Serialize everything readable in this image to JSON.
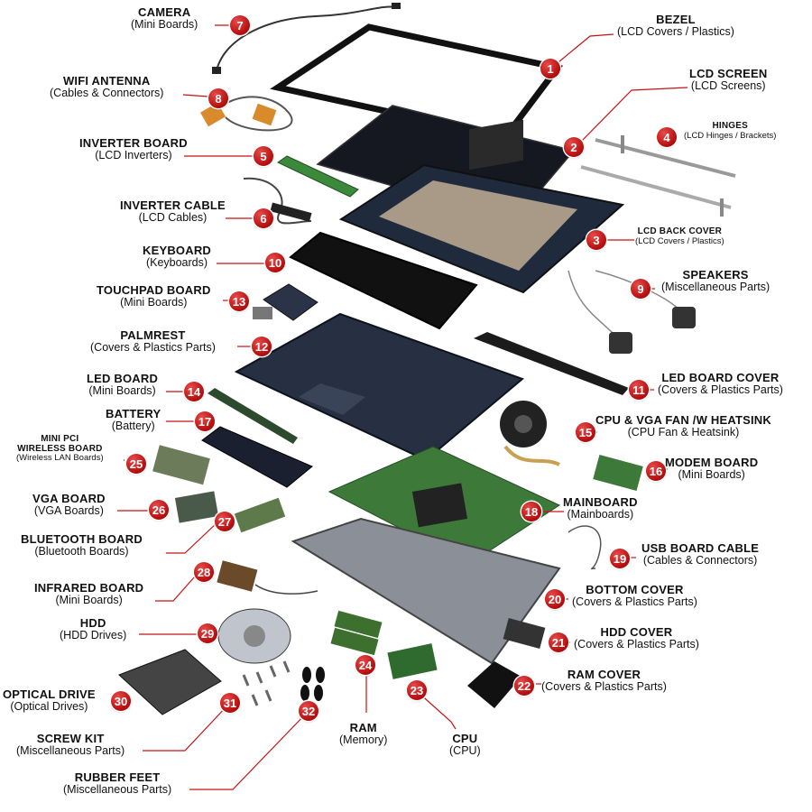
{
  "parts": [
    {
      "id": "camera",
      "num": "7",
      "title": "CAMERA",
      "sub": "(Mini Boards)"
    },
    {
      "id": "bezel",
      "num": "1",
      "title": "BEZEL",
      "sub": "(LCD Covers / Plastics)"
    },
    {
      "id": "wifi-antenna",
      "num": "8",
      "title": "WIFI ANTENNA",
      "sub": "(Cables & Connectors)"
    },
    {
      "id": "lcd-screen",
      "num": "2",
      "title": "LCD SCREEN",
      "sub": "(LCD Screens)"
    },
    {
      "id": "hinges",
      "num": "4",
      "title": "HINGES",
      "sub": "(LCD Hinges / Brackets)"
    },
    {
      "id": "inverter-board",
      "num": "5",
      "title": "INVERTER BOARD",
      "sub": "(LCD Inverters)"
    },
    {
      "id": "inverter-cable",
      "num": "6",
      "title": "INVERTER CABLE",
      "sub": "(LCD Cables)"
    },
    {
      "id": "lcd-back-cover",
      "num": "3",
      "title": "LCD BACK COVER",
      "sub": "(LCD Covers / Plastics)"
    },
    {
      "id": "keyboard",
      "num": "10",
      "title": "KEYBOARD",
      "sub": "(Keyboards)"
    },
    {
      "id": "speakers",
      "num": "9",
      "title": "SPEAKERS",
      "sub": "(Miscellaneous Parts)"
    },
    {
      "id": "touchpad-board",
      "num": "13",
      "title": "TOUCHPAD BOARD",
      "sub": "(Mini Boards)"
    },
    {
      "id": "palmrest",
      "num": "12",
      "title": "PALMREST",
      "sub": "(Covers & Plastics Parts)"
    },
    {
      "id": "led-board",
      "num": "14",
      "title": "LED BOARD",
      "sub": "(Mini Boards)"
    },
    {
      "id": "led-board-cover",
      "num": "11",
      "title": "LED BOARD COVER",
      "sub": "(Covers & Plastics Parts)"
    },
    {
      "id": "battery",
      "num": "17",
      "title": "BATTERY",
      "sub": "(Battery)"
    },
    {
      "id": "cpu-vga-fan",
      "num": "15",
      "title": "CPU & VGA FAN /W HEATSINK",
      "sub": "(CPU Fan & Heatsink)"
    },
    {
      "id": "mini-pci",
      "num": "25",
      "title": "MINI PCI\nWIRELESS BOARD",
      "sub": "(Wireless LAN Boards)"
    },
    {
      "id": "modem-board",
      "num": "16",
      "title": "MODEM BOARD",
      "sub": "(Mini Boards)"
    },
    {
      "id": "vga-board",
      "num": "26",
      "title": "VGA BOARD",
      "sub": "(VGA Boards)"
    },
    {
      "id": "mainboard",
      "num": "18",
      "title": "MAINBOARD",
      "sub": "(Mainboards)"
    },
    {
      "id": "bluetooth-board",
      "num": "27",
      "title": "BLUETOOTH BOARD",
      "sub": "(Bluetooth Boards)"
    },
    {
      "id": "usb-board-cable",
      "num": "19",
      "title": "USB BOARD CABLE",
      "sub": "(Cables & Connectors)"
    },
    {
      "id": "infrared-board",
      "num": "28",
      "title": "INFRARED BOARD",
      "sub": "(Mini Boards)"
    },
    {
      "id": "bottom-cover",
      "num": "20",
      "title": "BOTTOM COVER",
      "sub": "(Covers & Plastics Parts)"
    },
    {
      "id": "hdd",
      "num": "29",
      "title": "HDD",
      "sub": "(HDD Drives)"
    },
    {
      "id": "hdd-cover",
      "num": "21",
      "title": "HDD COVER",
      "sub": "(Covers & Plastics Parts)"
    },
    {
      "id": "optical-drive",
      "num": "30",
      "title": "OPTICAL DRIVE",
      "sub": "(Optical Drives)"
    },
    {
      "id": "ram-cover",
      "num": "22",
      "title": "RAM COVER",
      "sub": "(Covers & Plastics Parts)"
    },
    {
      "id": "ram",
      "num": "24",
      "title": "RAM",
      "sub": "(Memory)"
    },
    {
      "id": "cpu",
      "num": "23",
      "title": "CPU",
      "sub": "(CPU)"
    },
    {
      "id": "screw-kit",
      "num": "31",
      "title": "SCREW KIT",
      "sub": "(Miscellaneous Parts)"
    },
    {
      "id": "rubber-feet",
      "num": "32",
      "title": "RUBBER FEET",
      "sub": "(Miscellaneous Parts)"
    }
  ],
  "colors": {
    "badge": "#c41414",
    "leader": "#c41414",
    "dark_part": "#1d2430",
    "board": "#3d7a3a"
  }
}
